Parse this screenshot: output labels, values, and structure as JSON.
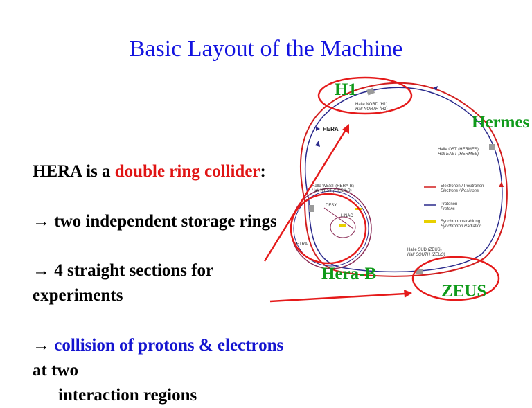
{
  "title": "Basic Layout of the Machine",
  "bullets": {
    "intro_prefix": "HERA is a ",
    "intro_highlight": "double ring collider",
    "intro_suffix": ":",
    "arrow": "→",
    "item1": "two independent storage rings",
    "item2_line1": "4 straight sections for",
    "item2_line2": "experiments",
    "item3_highlight": "collision of protons & electrons",
    "item3_line2": "at two",
    "item3_line3": "interaction regions"
  },
  "experiments": {
    "h1": "H1",
    "hermes": "Hermes",
    "herab": "Hera-B",
    "zeus": "ZEUS"
  },
  "diagram": {
    "ring_label": "HERA",
    "hall_north": "Halle NORD (H1)",
    "hall_north_en": "Hall NORTH (H1)",
    "hall_east": "Halle OST (HERMES)",
    "hall_east_en": "Hall EAST (HERMES)",
    "hall_west": "Halle WEST (HERA-B)",
    "hall_west_en": "Hall WEST (HERA-B)",
    "hall_south": "Halle SÜD (ZEUS)",
    "hall_south_en": "Hall SOUTH (ZEUS)",
    "legend_electrons": "Elektronen / Positronen",
    "legend_electrons_en": "Electrons / Positrons",
    "legend_protons": "Protonen",
    "legend_protons_en": "Protons",
    "legend_sync": "Synchrotronstrahlung",
    "legend_sync_en": "Synchrotron Radiation",
    "petra_label": "PETRA",
    "desy_label": "DESY",
    "linac_label": "LINAC"
  },
  "colors": {
    "title": "#1414e0",
    "highlight_red": "#e01414",
    "highlight_blue": "#1414d0",
    "experiment_green": "#0f9a1a",
    "ring_red": "#d21e1e",
    "ring_blue": "#2a2a8c",
    "callout_red": "#e51a1a",
    "sync_yellow": "#e8d000"
  }
}
